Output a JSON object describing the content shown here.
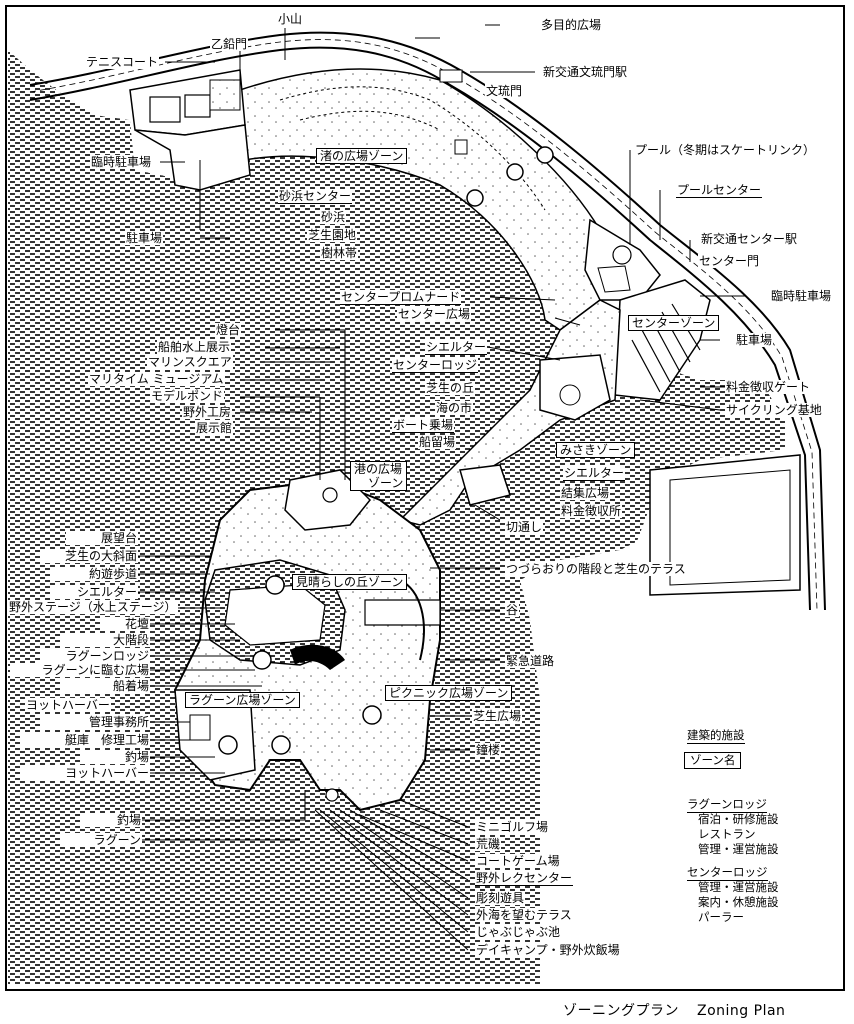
{
  "labels_top": {
    "koyama": "小山",
    "otsu_gate": "乙鉛門",
    "tennis": "テニスコート",
    "tagi": "多目的広場",
    "shinko_bun": "新交通文琉門駅",
    "bun_gate": "文琉門",
    "rinji1": "臨時駐車場",
    "chusha1": "駐車場"
  },
  "labels_right": {
    "pool": "プール（冬期はスケートリンク）",
    "pool_center": "プールセンター",
    "center_station": "新交通センター駅",
    "center_gate": "センター門",
    "rinji2": "臨時駐車場",
    "chusha2": "駐車場",
    "ryokin_gate": "料金徴収ゲート",
    "cycling": "サイクリング基地"
  },
  "labels_center": {
    "nagisa_zone": "渚の広場ゾーン",
    "suna_center": "砂浜センター",
    "sunahama": "砂浜",
    "shibafu": "芝生園地",
    "jurin": "樹林帯",
    "promenade": "センタープロムナード",
    "center_hiroba": "センター広場",
    "center_zone": "センターゾーン",
    "shelter1": "シエルター",
    "center_lodge": "センターロッジ",
    "shiba_oka": "芝生の丘",
    "umi_ichi": "海の市",
    "boat": "ボート乗場",
    "funadamari1": "船留場",
    "misaki_zone": "みさきゾーン",
    "shelter2": "シエルター",
    "kesshu": "結集広場",
    "ryokin_sho": "料金徴収所",
    "kiridoshi": "切通し",
    "tsuzura": "つづらおりの階段と芝生のテラス",
    "tani": "谷",
    "kinkyu": "緊急道路",
    "mihara_zone": "見晴らしの丘ゾーン",
    "minato_zone_a": "港の広場",
    "minato_zone_b": "ゾーン",
    "picnic_zone": "ピクニック広場ゾーン",
    "shibafu_hiroba": "芝生広場",
    "shoro": "鐘楼",
    "lagoon_zone": "ラグーン広場ゾーン"
  },
  "labels_left": {
    "todai": "燈台",
    "funadai": "船舶水上展示",
    "marine": "マリンスクエア",
    "maritime": "マリタイム ミュージアム",
    "model_pond": "モデルポンド",
    "yagai_kobo": "野外工房",
    "tenjikan": "展示館",
    "tenbo": "展望台",
    "shiba_shamen": "芝生の大斜面",
    "shoyu": "約遊歩道",
    "shelter3": "シエルター",
    "stage": "野外ステージ（水上ステージ）",
    "kaden": "花壇",
    "daikaidan": "大階段",
    "lagoon_lodge": "ラグーンロッジ",
    "lagoon_hiroba": "ラグーンに臨む広場",
    "funadamari2": "船着場",
    "yacht1": "ヨットハーバー",
    "kanri": "管理事務所",
    "soko": "艇庫　修理工場",
    "tsuriba1": "釣場",
    "yacht2": "ヨットハーバー",
    "tsuriba2": "釣場",
    "lagoon": "ラグーン"
  },
  "labels_bottom": {
    "minigolf": "ミニゴルフ場",
    "kono": "荒磯",
    "court": "コートゲーム場",
    "rec": "野外レクセンター",
    "chokoku": "彫刻遊具",
    "terrace": "外海を望むテラス",
    "jabu": "じゃぶじゃぶ池",
    "daycamp": "デイキャンプ・野外炊飯場"
  },
  "legend": {
    "building": "建築的施設",
    "zone": "ゾーン名",
    "lagoon_lodge_title": "ラグーンロッジ",
    "lagoon_lodge_items": [
      "宿泊・研修施設",
      "レストラン",
      "管理・運営施設"
    ],
    "center_lodge_title": "センターロッジ",
    "center_lodge_items": [
      "管理・運営施設",
      "案内・休憩施設",
      "パーラー"
    ]
  },
  "caption": {
    "ja": "ゾーニングプラン",
    "en": "Zoning Plan"
  }
}
